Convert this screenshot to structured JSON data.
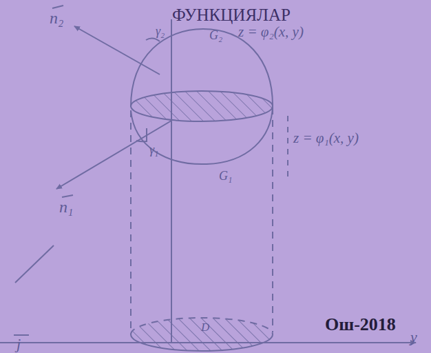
{
  "diagram": {
    "title": "ФУНКЦИЯЛАР",
    "labels": [
      "n₂",
      "γ₂",
      "G₂",
      "z = φ₂(x, y)",
      "γ₁",
      "z = φ₁(x, y)",
      "G₁",
      "n₁",
      "D",
      "Ош-2018",
      "j",
      "y"
    ]
  }
}
